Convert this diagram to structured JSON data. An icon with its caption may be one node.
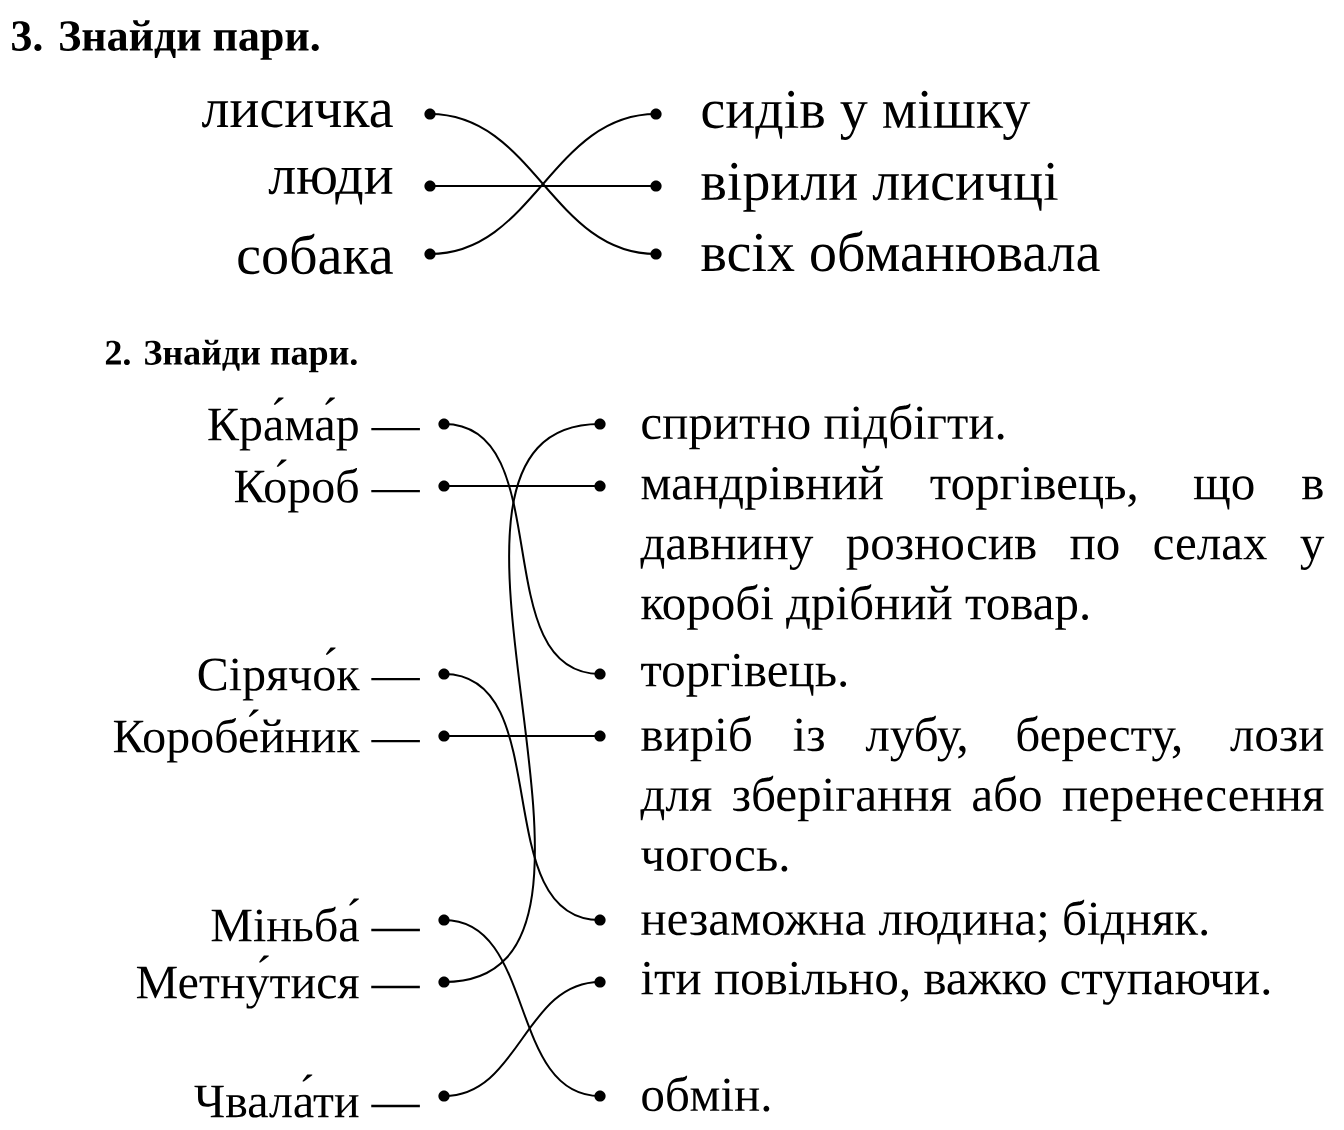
{
  "diagram": {
    "nodes": [
      {
        "text": [
          "лисичка"
        ]
      },
      {
        "text": [
          "люди"
        ]
      },
      {
        "text": [
          "собака"
        ]
      },
      {
        "text": [
          "сидів у мішку"
        ]
      },
      {
        "text": [
          "вірили лисичці"
        ]
      },
      {
        "text": [
          "всіх обманювала"
        ]
      },
      {
        "text": [
          "Кра́ма́р —"
        ]
      },
      {
        "text": [
          "Ко́роб —"
        ]
      },
      {
        "text": [
          "Сірячо́к —"
        ]
      },
      {
        "text": [
          "Коробе́йник —"
        ]
      },
      {
        "text": [
          "Міньба́ —"
        ]
      },
      {
        "text": [
          "Метну́тися —"
        ]
      },
      {
        "text": [
          "Чвала́ти —"
        ]
      },
      {
        "text": [
          "спритно підбігти."
        ]
      },
      {
        "text": [
          "мандрівний торгівець, що в давнину розносив по селах у коробі дрібний товар."
        ]
      },
      {
        "text": [
          "торгівець."
        ]
      },
      {
        "text": [
          "виріб із лубу, бересту, лози для зберігання або перенесення чогось."
        ]
      },
      {
        "text": [
          "незаможна людина; бідняк."
        ]
      },
      {
        "text": [
          "іти повільно, важко ступаючи."
        ]
      },
      {
        "text": [
          "обмін."
        ]
      }
    ],
    "edges": [
      {
        "from": 0,
        "to": 5,
        "arrow": "none"
      },
      {
        "from": 1,
        "to": 4,
        "arrow": "none"
      },
      {
        "from": 2,
        "to": 3,
        "arrow": "none"
      },
      {
        "from": 6,
        "to": 15,
        "arrow": "none"
      },
      {
        "from": 7,
        "to": 14,
        "arrow": "none"
      },
      {
        "from": 8,
        "to": 17,
        "arrow": "none"
      },
      {
        "from": 9,
        "to": 16,
        "arrow": "none"
      },
      {
        "from": 10,
        "to": 19,
        "arrow": "none"
      },
      {
        "from": 11,
        "to": 13,
        "arrow": "none"
      },
      {
        "from": 12,
        "to": 18,
        "arrow": "none"
      }
    ],
    "labels": [
      "3. Знайди пари.",
      "2. Знайди пари."
    ]
  }
}
